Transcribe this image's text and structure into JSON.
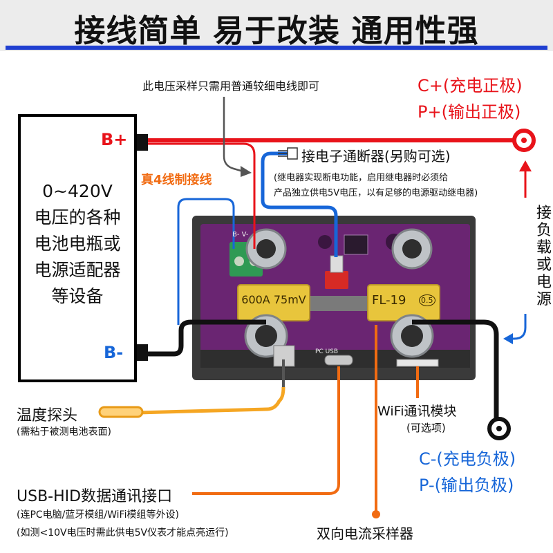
{
  "banner": {
    "title": "接线简单 易于改装 通用性强"
  },
  "device": {
    "lines": [
      "0~420V",
      "电压的各种",
      "电池电瓶或",
      "电源适配器",
      "等设备"
    ]
  },
  "terminals": {
    "b_plus": "B+",
    "b_minus": "B-"
  },
  "annotations": {
    "sampling_wire": "此电压采样只需用普通较细电线即可",
    "four_wire": "真4线制接线",
    "relay_title": "接电子通断器(另购可选)",
    "relay_note_1": "(继电器实现断电功能，启用继电器时必须给",
    "relay_note_2": "产品独立供电5V电压，以有足够的电源驱动继电器)",
    "c_plus": "C+(充电正极)",
    "p_plus": "P+(输出正极)",
    "load_vertical": [
      "接",
      "负",
      "载",
      "或",
      "电",
      "源"
    ],
    "temp_probe": "温度探头",
    "temp_note": "(需粘于被测电池表面)",
    "wifi": "WiFi通讯模块",
    "wifi_note": "(可选项)",
    "c_minus": "C-(充电负极)",
    "p_minus": "P-(输出负极)",
    "usb": "USB-HID数据通讯接口",
    "usb_note_1": "(连PC电脑/蓝牙模组/WiFi模组等外设)",
    "usb_note_2": "(如测<10V电压时需此供电5V仪表才能点亮运行)",
    "shunt_label": "双向电流采样器"
  },
  "board": {
    "left_coil": "600A 75mV",
    "right_coil": "FL-19",
    "right_coil_badge": "0.5",
    "usb_label": "PC USB",
    "connector_label": "B- V-"
  },
  "colors": {
    "red": "#e8131a",
    "blue": "#1766d8",
    "orange": "#f16b12",
    "board": "#6a2572"
  }
}
